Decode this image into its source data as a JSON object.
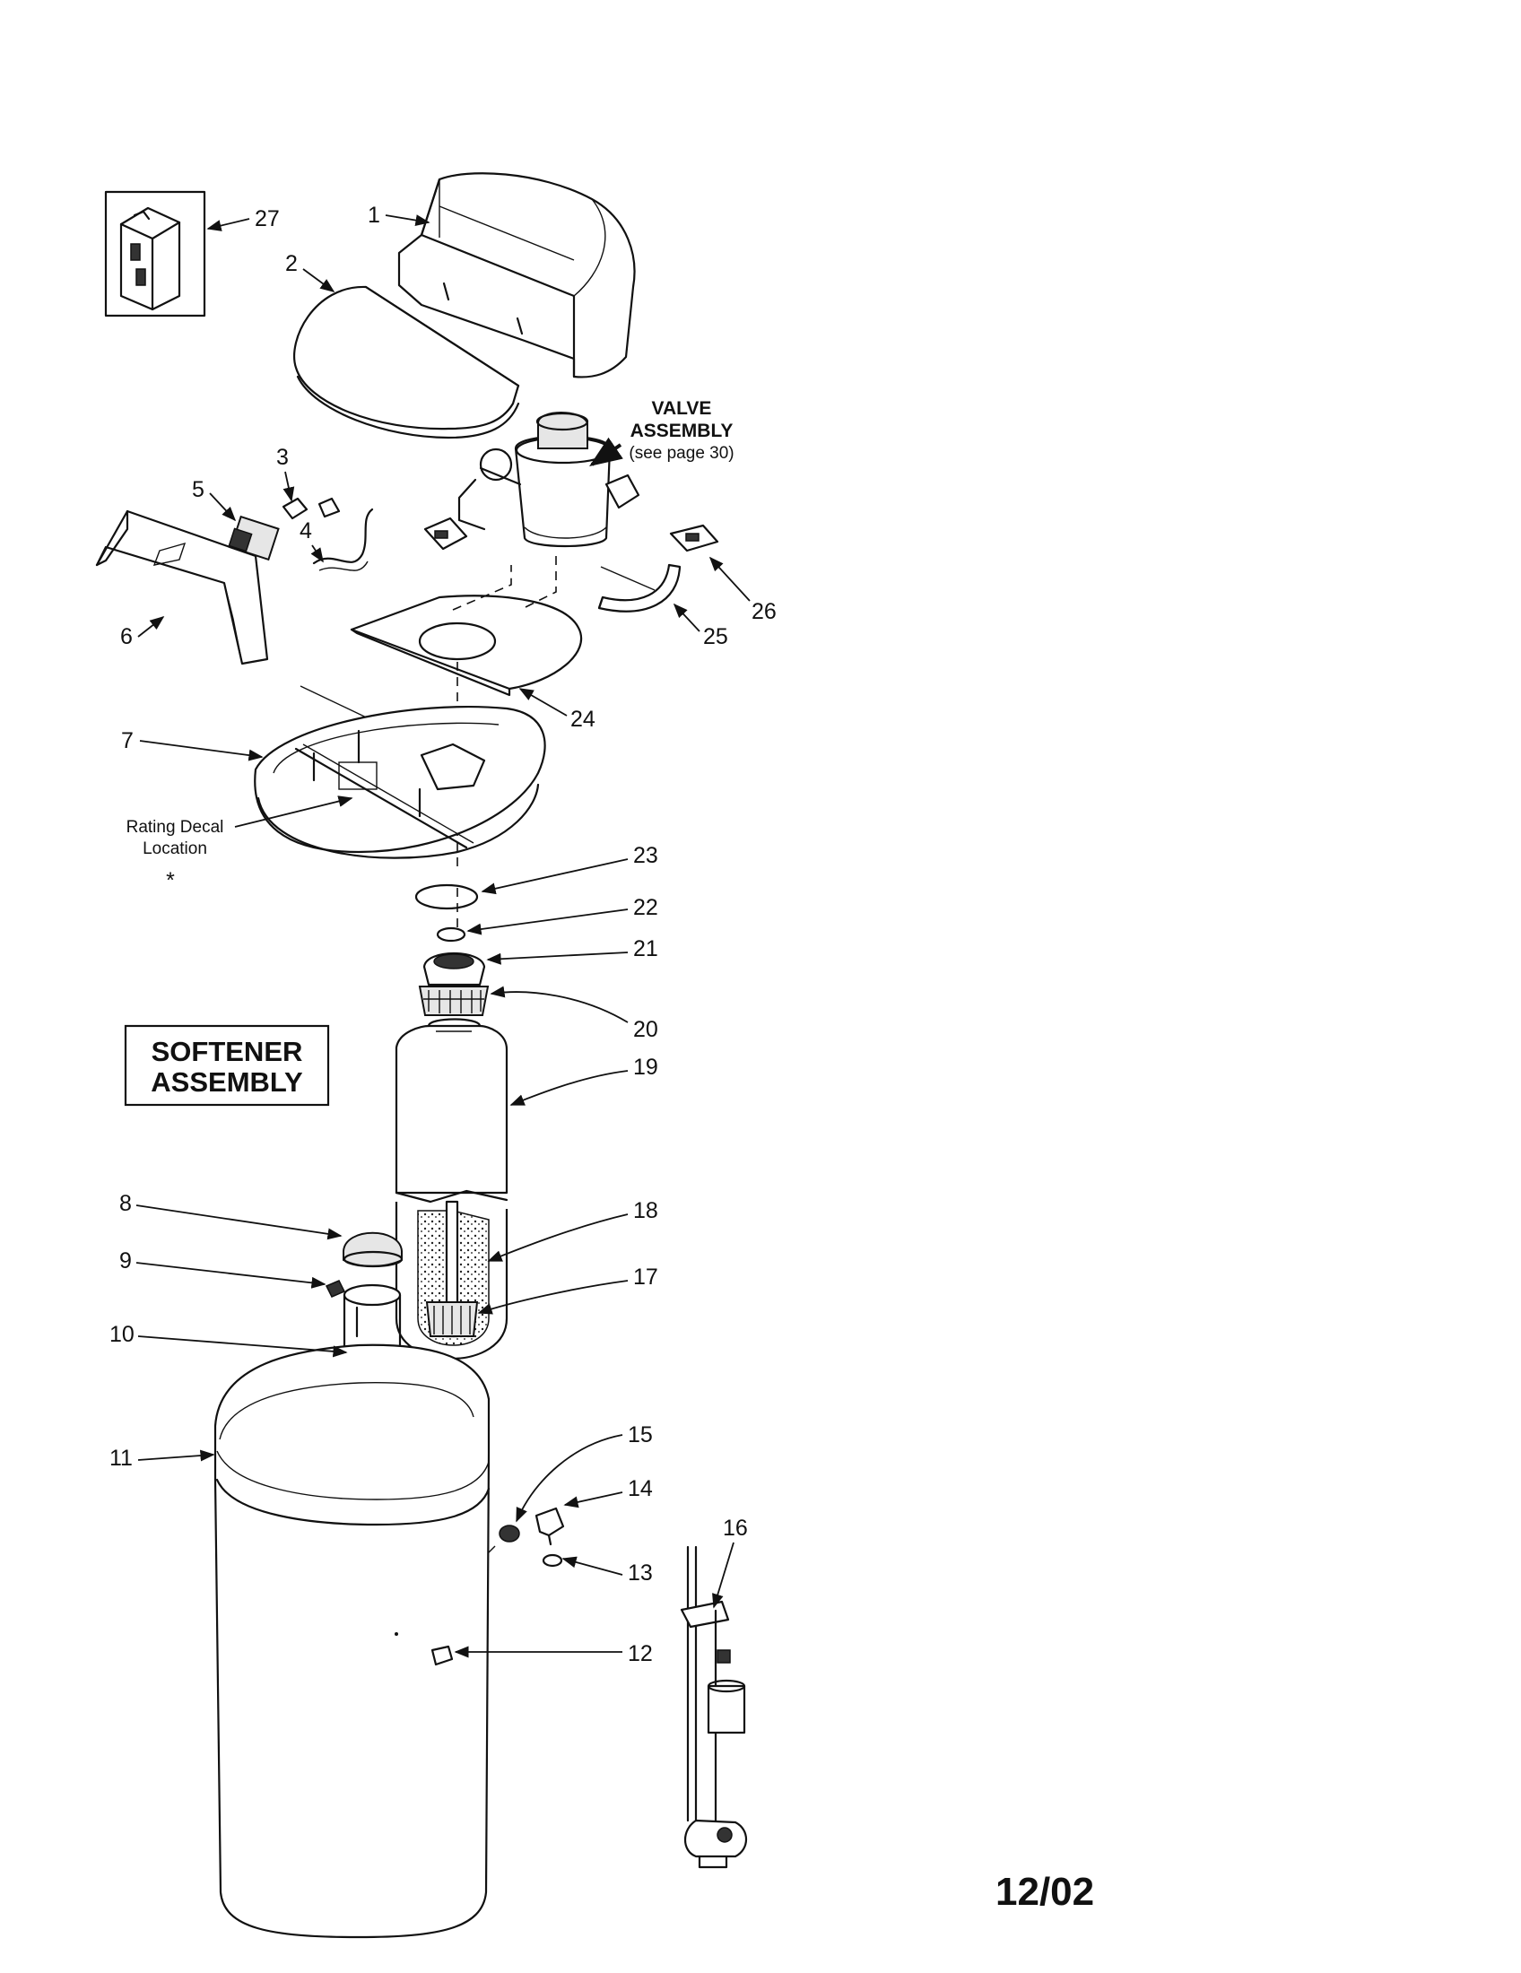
{
  "title_box": {
    "line1": "SOFTENER",
    "line2": "ASSEMBLY"
  },
  "valve_label": {
    "line1": "VALVE",
    "line2": "ASSEMBLY",
    "line3": "(see page 30)"
  },
  "rating_decal": {
    "line1": "Rating Decal",
    "line2": "Location",
    "mark": "*"
  },
  "date_code": "12/02",
  "callouts": [
    "1",
    "2",
    "3",
    "4",
    "5",
    "6",
    "7",
    "8",
    "9",
    "10",
    "11",
    "12",
    "13",
    "14",
    "15",
    "16",
    "17",
    "18",
    "19",
    "20",
    "21",
    "22",
    "23",
    "24",
    "25",
    "26",
    "27"
  ]
}
